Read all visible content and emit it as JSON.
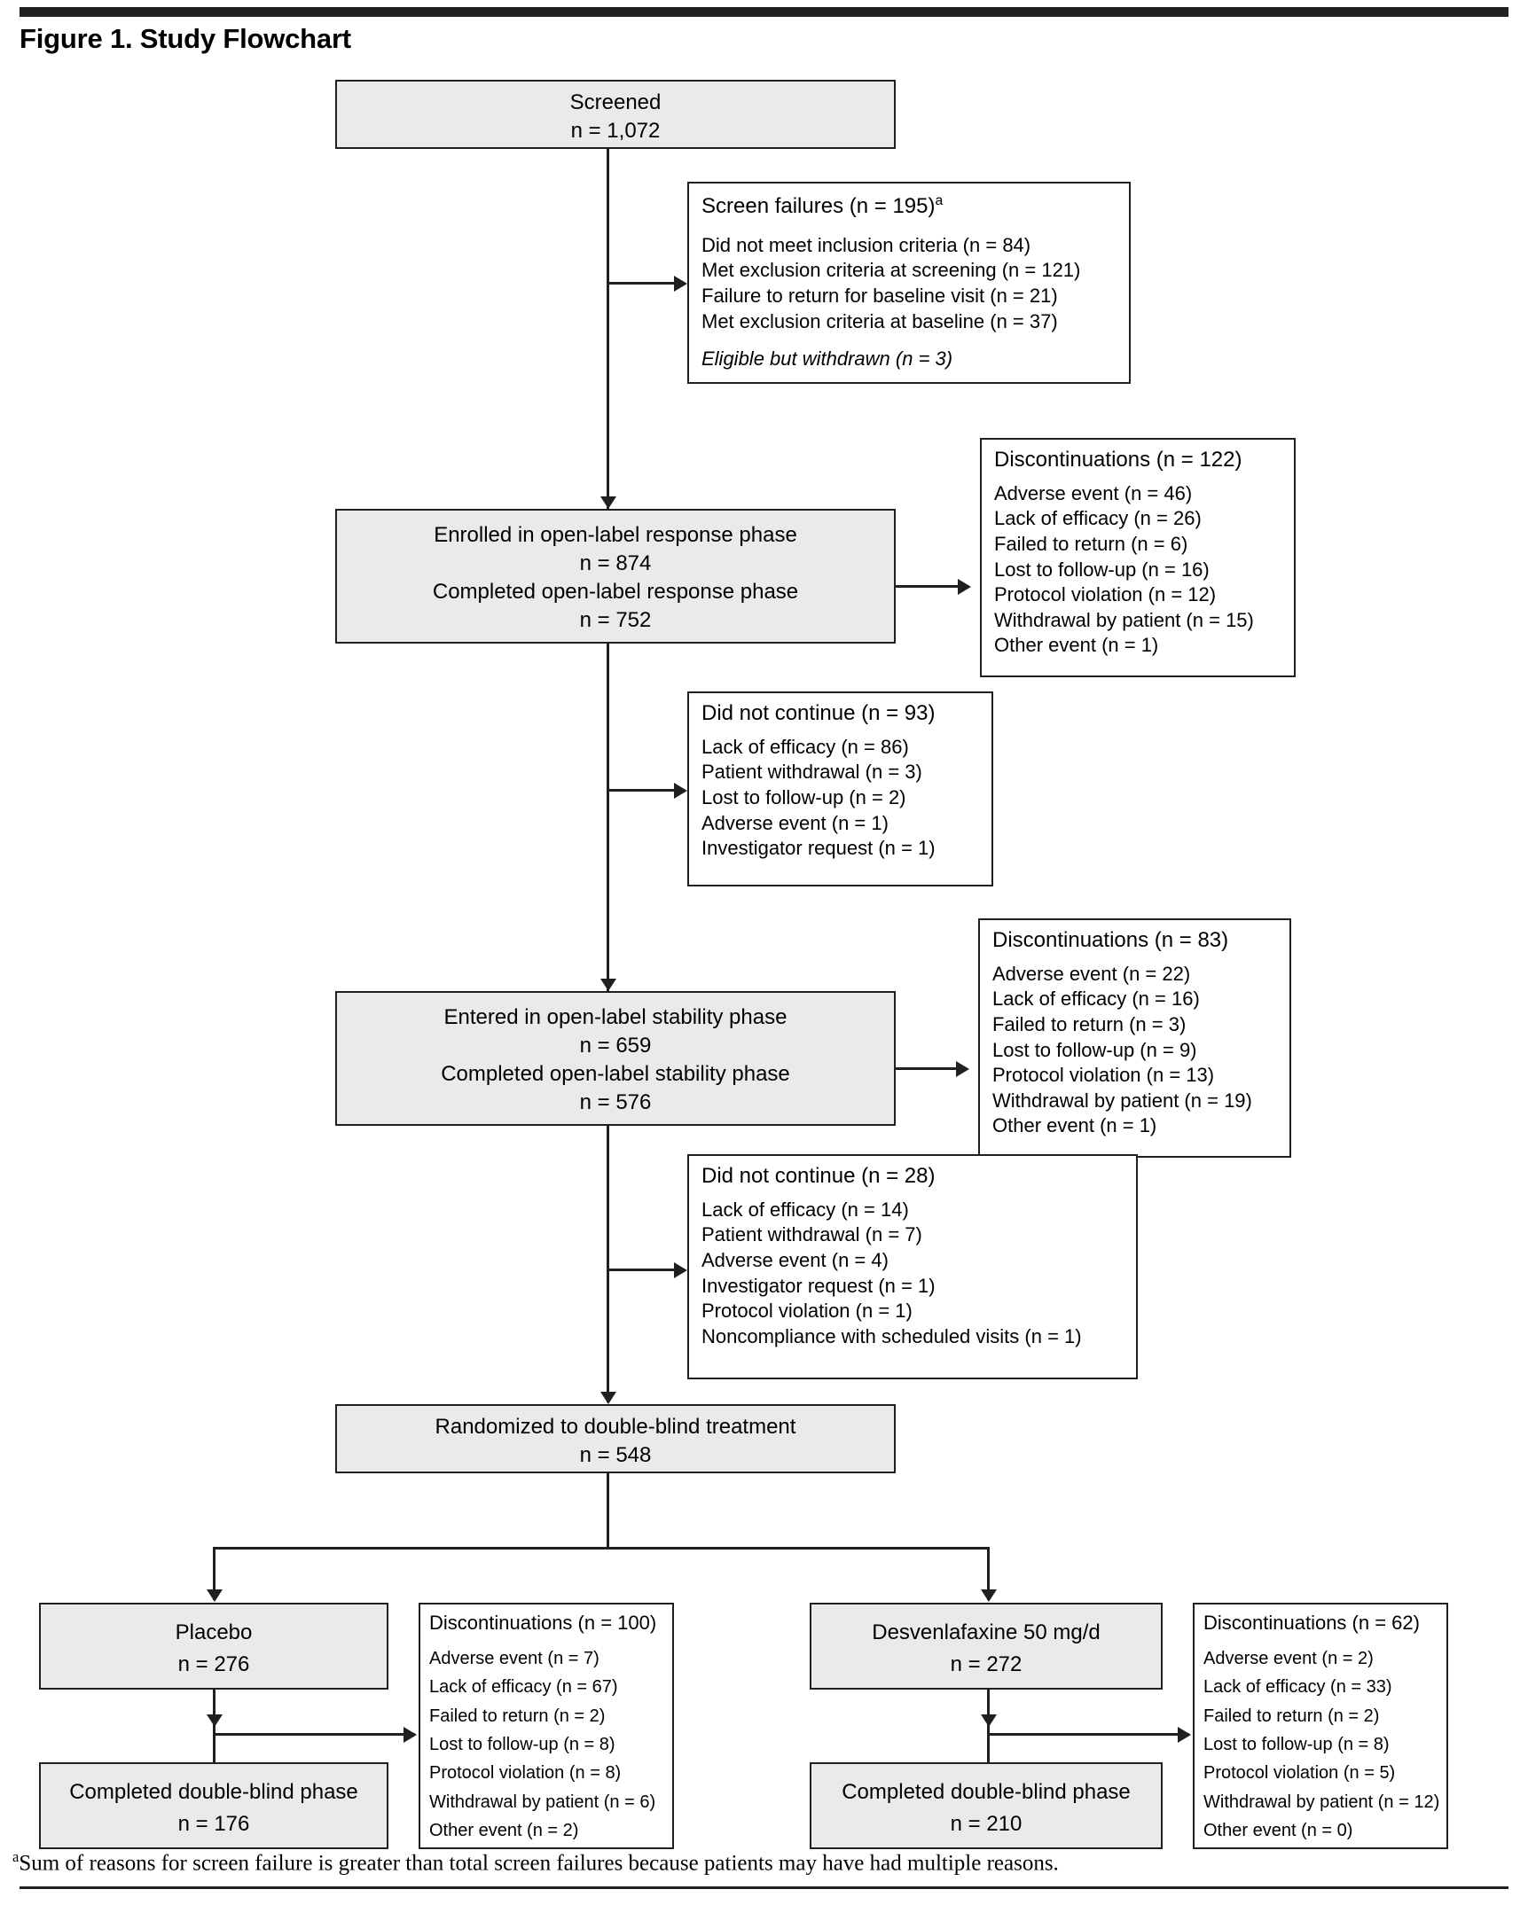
{
  "figure": {
    "title": "Figure 1. Study Flowchart",
    "footnote_marker": "a",
    "footnote": "Sum of reasons for screen failure is greater than total screen failures because patients may have had multiple reasons."
  },
  "nodes": {
    "screened": {
      "label": "Screened",
      "n": "n = 1,072"
    },
    "screen_failures": {
      "title": "Screen failures (n = 195)",
      "title_sup": "a",
      "items": [
        "Did not meet inclusion criteria (n = 84)",
        "Met exclusion criteria at screening (n = 121)",
        "Failure to return for baseline visit (n = 21)",
        "Met exclusion criteria at baseline (n = 37)"
      ],
      "italic_item": "Eligible but withdrawn (n = 3)"
    },
    "enrolled_response": {
      "line1": "Enrolled in open-label response phase",
      "line2": "n = 874",
      "line3": "Completed open-label response phase",
      "line4": "n = 752"
    },
    "disc_response": {
      "title": "Discontinuations (n = 122)",
      "items": [
        "Adverse event (n = 46)",
        "Lack of efficacy (n = 26)",
        "Failed to return (n = 6)",
        "Lost to follow-up (n = 16)",
        "Protocol violation (n = 12)",
        "Withdrawal by patient (n = 15)",
        "Other event (n = 1)"
      ]
    },
    "did_not_continue_1": {
      "title": "Did not continue (n = 93)",
      "items": [
        "Lack of efficacy (n = 86)",
        "Patient withdrawal (n = 3)",
        "Lost to follow-up (n = 2)",
        "Adverse event (n = 1)",
        "Investigator request (n = 1)"
      ]
    },
    "entered_stability": {
      "line1": "Entered in open-label stability phase",
      "line2": "n = 659",
      "line3": "Completed open-label stability phase",
      "line4": "n = 576"
    },
    "disc_stability": {
      "title": "Discontinuations (n = 83)",
      "items": [
        "Adverse event (n = 22)",
        "Lack of efficacy (n = 16)",
        "Failed to return (n = 3)",
        "Lost to follow-up (n = 9)",
        "Protocol violation (n = 13)",
        "Withdrawal by patient (n = 19)",
        "Other event (n = 1)"
      ]
    },
    "did_not_continue_2": {
      "title": "Did not continue (n = 28)",
      "items": [
        "Lack of efficacy (n = 14)",
        "Patient withdrawal (n = 7)",
        "Adverse event (n = 4)",
        "Investigator request (n = 1)",
        "Protocol violation (n = 1)",
        "Noncompliance with scheduled visits (n = 1)"
      ]
    },
    "randomized": {
      "line1": "Randomized to double-blind treatment",
      "line2": "n = 548"
    },
    "placebo": {
      "line1": "Placebo",
      "line2": "n = 276"
    },
    "placebo_completed": {
      "line1": "Completed double-blind phase",
      "line2": "n = 176"
    },
    "placebo_disc": {
      "title": "Discontinuations (n = 100)",
      "items": [
        "Adverse event (n = 7)",
        "Lack of efficacy (n = 67)",
        "Failed to return (n = 2)",
        "Lost to follow-up (n = 8)",
        "Protocol violation (n = 8)",
        "Withdrawal by patient (n = 6)",
        "Other event (n = 2)"
      ]
    },
    "desvenlafaxine": {
      "line1": "Desvenlafaxine 50 mg/d",
      "line2": "n = 272"
    },
    "desvenlafaxine_completed": {
      "line1": "Completed double-blind phase",
      "line2": "n = 210"
    },
    "desvenlafaxine_disc": {
      "title": "Discontinuations (n = 62)",
      "items": [
        "Adverse event (n = 2)",
        "Lack of efficacy (n = 33)",
        "Failed to return (n = 2)",
        "Lost to follow-up (n = 8)",
        "Protocol violation (n = 5)",
        "Withdrawal by patient (n = 12)",
        "Other event (n = 0)"
      ]
    }
  }
}
